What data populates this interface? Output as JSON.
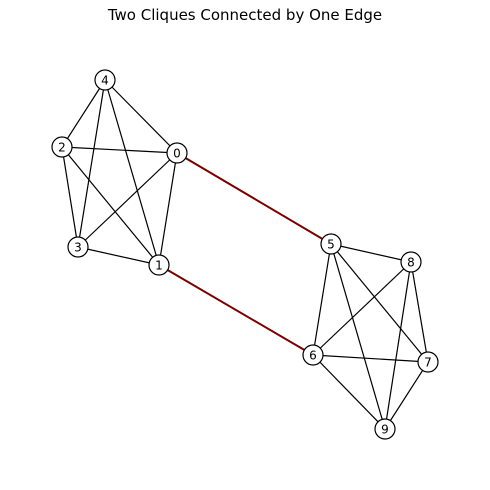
{
  "title": "Two Cliques Connected by One Edge",
  "colors": {
    "background": "#ffffff",
    "edge": "#000000",
    "bridge_edge": "#7a0000",
    "node_fill": "#ffffff",
    "node_stroke": "#000000",
    "label": "#000000"
  },
  "nodes": [
    {
      "id": "0",
      "label": "0"
    },
    {
      "id": "1",
      "label": "1"
    },
    {
      "id": "2",
      "label": "2"
    },
    {
      "id": "3",
      "label": "3"
    },
    {
      "id": "4",
      "label": "4"
    },
    {
      "id": "5",
      "label": "5"
    },
    {
      "id": "6",
      "label": "6"
    },
    {
      "id": "7",
      "label": "7"
    },
    {
      "id": "8",
      "label": "8"
    },
    {
      "id": "9",
      "label": "9"
    }
  ],
  "edges": [
    {
      "source": "0",
      "target": "1",
      "type": "normal"
    },
    {
      "source": "0",
      "target": "2",
      "type": "normal"
    },
    {
      "source": "0",
      "target": "3",
      "type": "normal"
    },
    {
      "source": "0",
      "target": "4",
      "type": "normal"
    },
    {
      "source": "1",
      "target": "2",
      "type": "normal"
    },
    {
      "source": "1",
      "target": "3",
      "type": "normal"
    },
    {
      "source": "1",
      "target": "4",
      "type": "normal"
    },
    {
      "source": "2",
      "target": "3",
      "type": "normal"
    },
    {
      "source": "2",
      "target": "4",
      "type": "normal"
    },
    {
      "source": "3",
      "target": "4",
      "type": "normal"
    },
    {
      "source": "5",
      "target": "6",
      "type": "normal"
    },
    {
      "source": "5",
      "target": "7",
      "type": "normal"
    },
    {
      "source": "5",
      "target": "8",
      "type": "normal"
    },
    {
      "source": "5",
      "target": "9",
      "type": "normal"
    },
    {
      "source": "6",
      "target": "7",
      "type": "normal"
    },
    {
      "source": "6",
      "target": "8",
      "type": "normal"
    },
    {
      "source": "6",
      "target": "9",
      "type": "normal"
    },
    {
      "source": "7",
      "target": "8",
      "type": "normal"
    },
    {
      "source": "7",
      "target": "9",
      "type": "normal"
    },
    {
      "source": "8",
      "target": "9",
      "type": "normal"
    },
    {
      "source": "0",
      "target": "5",
      "type": "bridge"
    },
    {
      "source": "1",
      "target": "6",
      "type": "bridge"
    }
  ]
}
